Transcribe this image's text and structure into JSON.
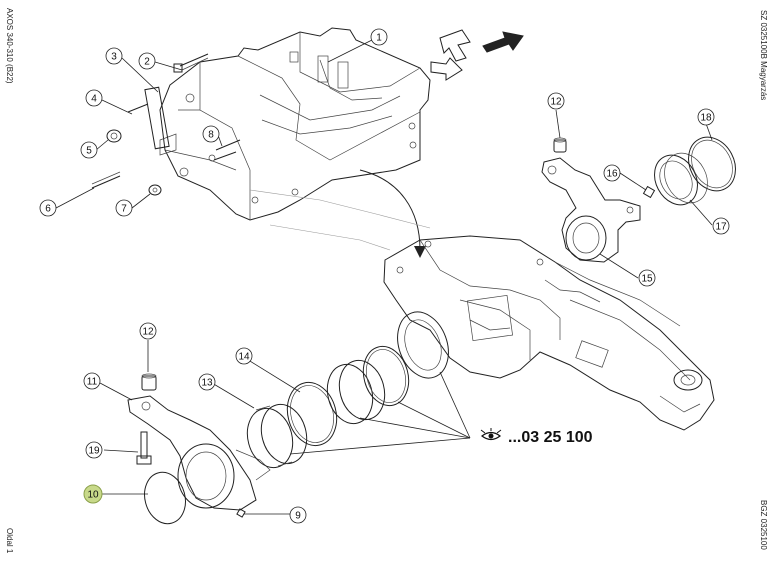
{
  "side_labels": {
    "left_top": "AXOS 340-310 (B22)",
    "left_bottom": "Oldal 1",
    "right_top": "SZ 0325100B  Magyarzás",
    "right_bottom": "BGZ 0325100"
  },
  "reference": {
    "text": "...03 25 100",
    "icon": "eye-icon"
  },
  "callouts": [
    {
      "id": "c1",
      "label": "1"
    },
    {
      "id": "c2",
      "label": "2"
    },
    {
      "id": "c3",
      "label": "3"
    },
    {
      "id": "c4",
      "label": "4"
    },
    {
      "id": "c5",
      "label": "5"
    },
    {
      "id": "c6",
      "label": "6"
    },
    {
      "id": "c7",
      "label": "7"
    },
    {
      "id": "c8",
      "label": "8"
    },
    {
      "id": "c9",
      "label": "9"
    },
    {
      "id": "c10",
      "label": "10",
      "highlighted": true
    },
    {
      "id": "c11",
      "label": "11"
    },
    {
      "id": "c12a",
      "label": "12"
    },
    {
      "id": "c12b",
      "label": "12"
    },
    {
      "id": "c13",
      "label": "13"
    },
    {
      "id": "c14",
      "label": "14"
    },
    {
      "id": "c15",
      "label": "15"
    },
    {
      "id": "c16",
      "label": "16"
    },
    {
      "id": "c17",
      "label": "17"
    },
    {
      "id": "c18",
      "label": "18"
    },
    {
      "id": "c19",
      "label": "19"
    }
  ],
  "colors": {
    "highlight": "#c8d98a",
    "line": "#222222",
    "background": "#ffffff"
  }
}
